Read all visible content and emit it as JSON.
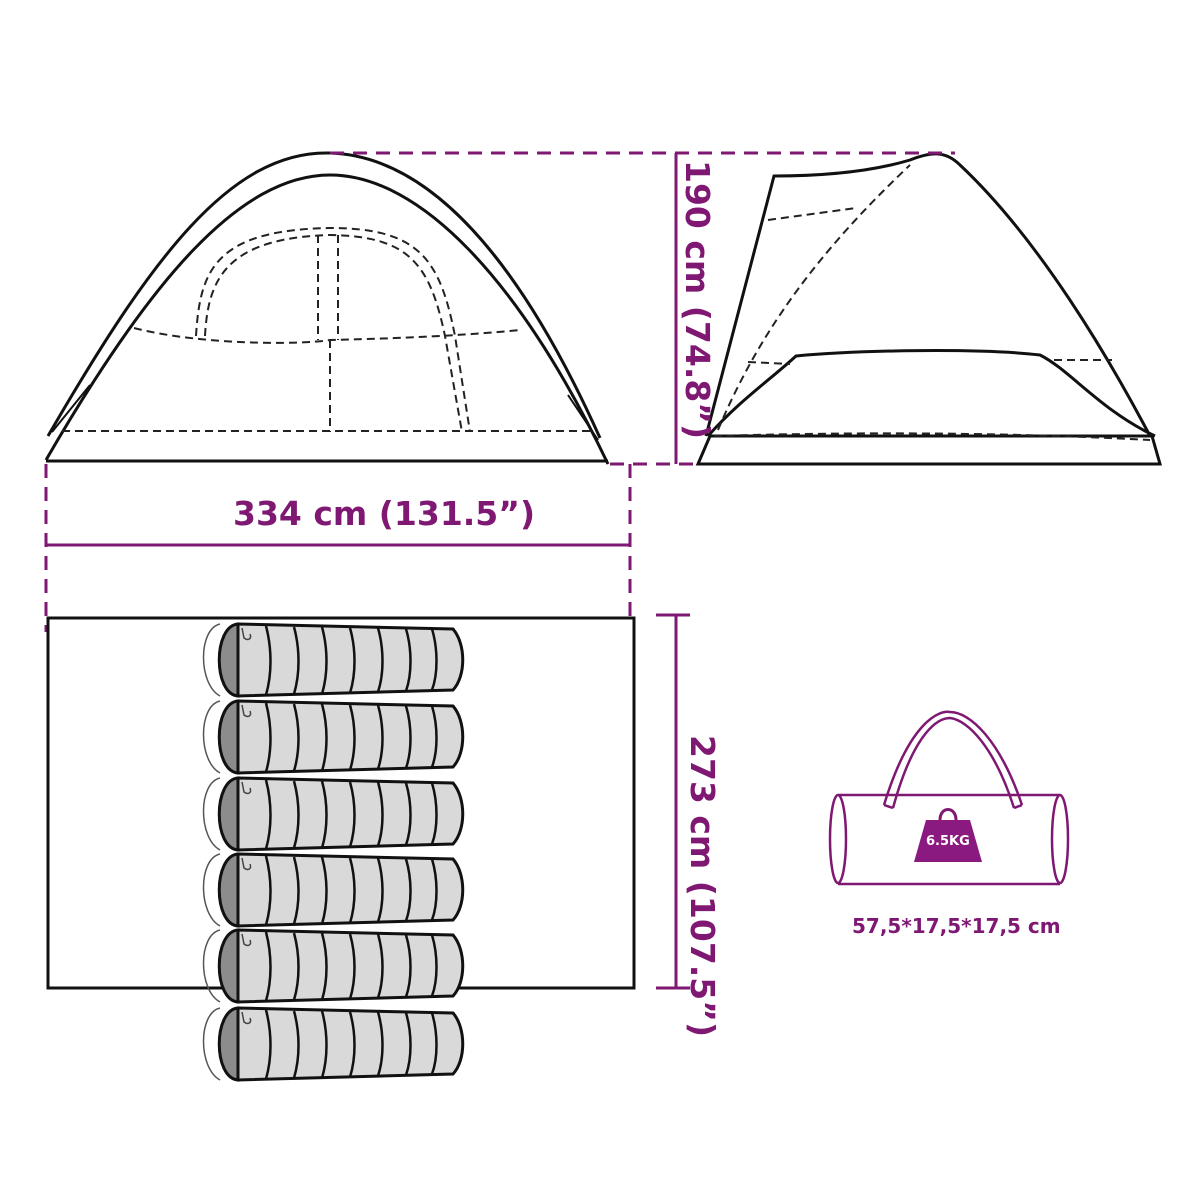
{
  "diagram": {
    "title": "Tent dimensions diagram",
    "accent_color": "#7f1872",
    "line_color": "#111111",
    "sleeping_bag_fill": "#d9d9d9",
    "sleeping_bag_head_fill": "#8c8c8c"
  },
  "front_view": {
    "name": "Front view of dome tent"
  },
  "side_view": {
    "name": "Side view of dome tent"
  },
  "dimensions": {
    "height_label": "190 cm (74.8”)",
    "width_label": "334 cm (131.5”)",
    "depth_label": "273 cm (107.5”)"
  },
  "floor_plan": {
    "sleeping_bag_count": 6
  },
  "carry_bag": {
    "weight_label": "6.5KG",
    "size_label": "57,5*17,5*17,5 cm"
  }
}
